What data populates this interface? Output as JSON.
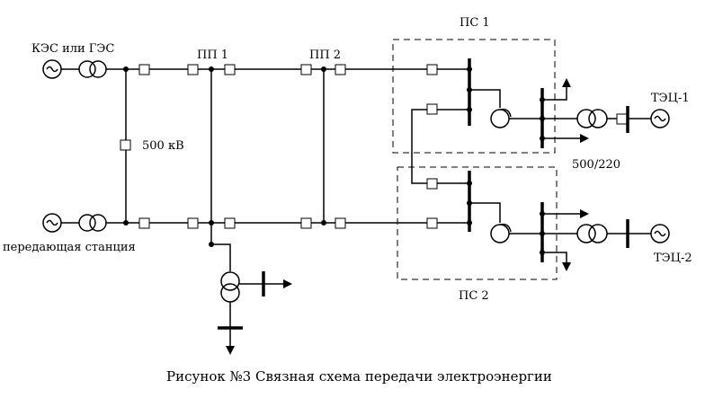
{
  "labels": {
    "kes_ges": "КЭС или ГЭС",
    "sending_station": "передающая станция",
    "pp1": "ПП 1",
    "pp2": "ПП 2",
    "ps1": "ПС 1",
    "ps2": "ПС 2",
    "voltage_500": "500 кВ",
    "ratio": "500/220",
    "tec1": "ТЭЦ-1",
    "tec2": "ТЭЦ-2"
  },
  "caption": "Рисунок №3 Связная схема передачи электроэнергии",
  "icons": [
    "generator-icon",
    "transformer-icon",
    "breaker-icon",
    "busbar",
    "autotransformer-icon",
    "arrow-icon"
  ]
}
